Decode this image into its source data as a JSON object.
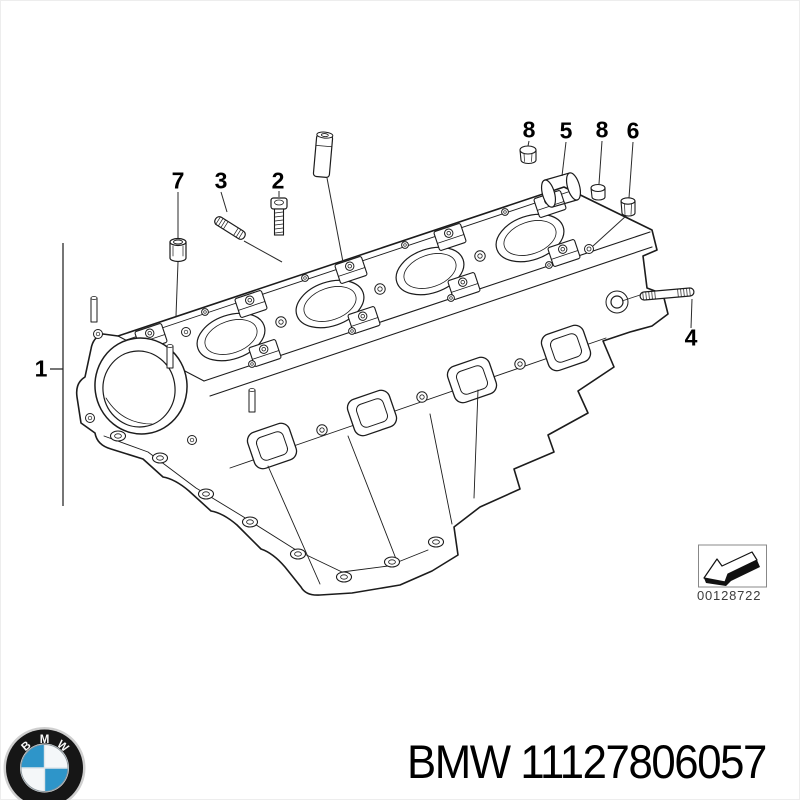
{
  "page": {
    "background": "#ffffff"
  },
  "diagram": {
    "type": "exploded-parts-line-drawing",
    "callouts": [
      {
        "id": "1",
        "label": "1"
      },
      {
        "id": "7",
        "label": "7"
      },
      {
        "id": "3",
        "label": "3"
      },
      {
        "id": "2",
        "label": "2"
      },
      {
        "id": "8-left",
        "label": "8"
      },
      {
        "id": "5",
        "label": "5"
      },
      {
        "id": "8-right",
        "label": "8"
      },
      {
        "id": "6",
        "label": "6"
      },
      {
        "id": "4",
        "label": "4"
      }
    ],
    "stamp": {
      "code": "00128722"
    }
  },
  "footer": {
    "logo": {
      "letters": [
        "B",
        "M",
        "W"
      ]
    },
    "title": "BMW 11127806057"
  },
  "colors": {
    "line": "#1c1c1c",
    "label": "#000000",
    "stamp_text": "#3d3d3d",
    "bmw_blue": "#2e95c9",
    "logo_ring": "#161616"
  }
}
